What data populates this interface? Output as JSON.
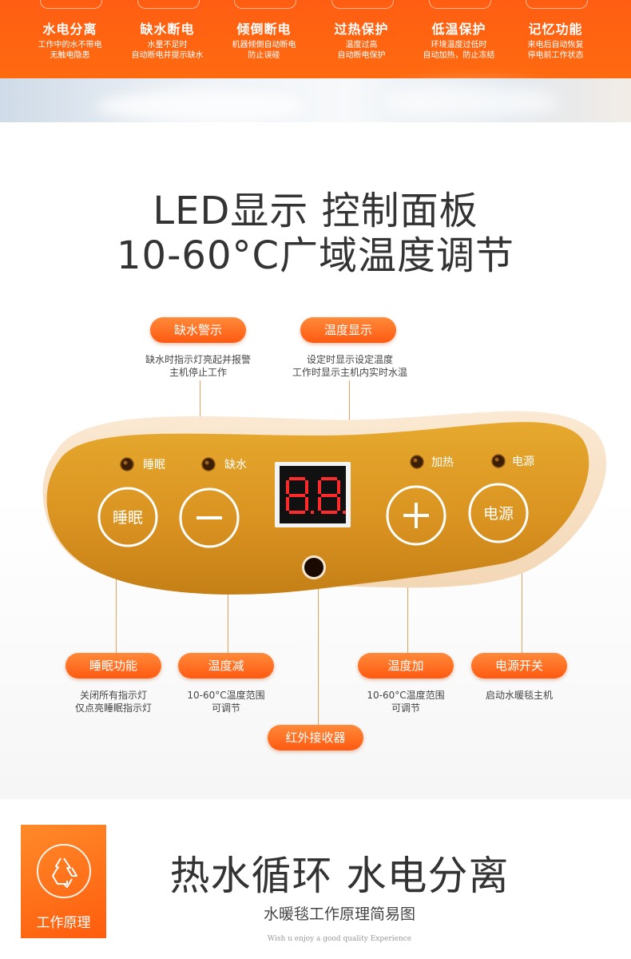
{
  "features": [
    {
      "title": "水电分离",
      "line1": "工作中的水不带电",
      "line2": "无触电隐患"
    },
    {
      "title": "缺水断电",
      "line1": "水量不足时",
      "line2": "自动断电并提示缺水"
    },
    {
      "title": "倾倒断电",
      "line1": "机器倾倒自动断电",
      "line2": "防止误碰"
    },
    {
      "title": "过热保护",
      "line1": "温度过高",
      "line2": "自动断电保护"
    },
    {
      "title": "低温保护",
      "line1": "环境温度过低时",
      "line2": "自动加热，防止冻结"
    },
    {
      "title": "记忆功能",
      "line1": "来电后自动恢复",
      "line2": "停电前工作状态"
    }
  ],
  "headline": {
    "line1": "LED显示 控制面板",
    "line2": "10-60°C广域温度调节"
  },
  "callouts_top": {
    "water_warning": {
      "label": "缺水警示",
      "desc1": "缺水时指示灯亮起并报警",
      "desc2": "主机停止工作"
    },
    "temp_display": {
      "label": "温度显示",
      "desc1": "设定时显示设定温度",
      "desc2": "工作时显示主机内实时水温"
    }
  },
  "panel": {
    "indicators": {
      "sleep": "睡眠",
      "water": "缺水",
      "heat": "加热",
      "power": "电源"
    },
    "buttons": {
      "sleep": "睡眠",
      "minus": "—",
      "plus": "+",
      "power": "电源"
    },
    "colors": {
      "panel": "#d9951e",
      "led_red": "#ff2a2a",
      "accent": "#ff6a10"
    }
  },
  "callouts_bottom": {
    "sleep_func": {
      "label": "睡眠功能",
      "desc1": "关闭所有指示灯",
      "desc2": "仅点亮睡眠指示灯"
    },
    "temp_down": {
      "label": "温度减",
      "desc1": "10-60°C温度范围",
      "desc2": "可调节"
    },
    "temp_up": {
      "label": "温度加",
      "desc1": "10-60°C温度范围",
      "desc2": "可调节"
    },
    "power_switch": {
      "label": "电源开关",
      "desc1": "启动水暖毯主机"
    },
    "ir_receiver": {
      "label": "红外接收器"
    }
  },
  "bottom": {
    "badge_label": "工作原理",
    "badge_icon": "recycle-icon",
    "title": "热水循环 水电分离",
    "subtitle": "水暖毯工作原理简易图",
    "tagline": "Wish  u enjoy a good quality  Experience"
  }
}
